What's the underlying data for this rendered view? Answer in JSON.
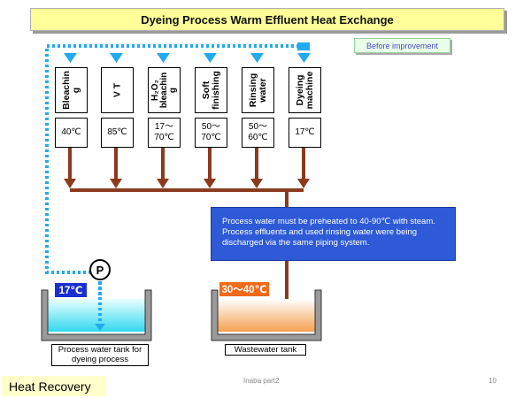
{
  "title": "Dyeing Process Warm Effluent Heat Exchange",
  "badge_before": "Before improvement",
  "processes": [
    {
      "label_main": "Bleachin",
      "label_sub": "g",
      "temp_1": "40℃",
      "temp_2": ""
    },
    {
      "label_main": "V T",
      "label_sub": "",
      "temp_1": "85℃",
      "temp_2": ""
    },
    {
      "label_main": "H₂O₂",
      "label_sub": "bleachin g",
      "temp_1": "17～",
      "temp_2": "70℃"
    },
    {
      "label_main": "Soft",
      "label_sub": "finishing",
      "temp_1": "50～",
      "temp_2": "70℃"
    },
    {
      "label_main": "Rinsing",
      "label_sub": "water",
      "temp_1": "50～",
      "temp_2": "60℃"
    },
    {
      "label_main": "Dyeing",
      "label_sub": "machine",
      "temp_1": "17℃",
      "temp_2": ""
    }
  ],
  "note_lines": [
    "Process water must be preheated to 40-90℃ with steam.",
    "Process effluents and used rinsing water were being",
    "discharged via the same piping system."
  ],
  "pump_label": "P",
  "tank_left": {
    "temp": "17℃",
    "label_line1": "Process water tank for",
    "label_line2": "dyeing process"
  },
  "tank_right": {
    "temp": "30～40℃",
    "label": "Wastewater tank"
  },
  "footer_left": "Heat Recovery",
  "footer_center": "Inaba part2",
  "page_number": "10",
  "colors": {
    "pipe": "#8b3a1e",
    "dotted": "#22aaee",
    "note_bg": "#2e5ad8",
    "left_badge": "#1b2fd0",
    "right_badge": "#f06a1a"
  }
}
